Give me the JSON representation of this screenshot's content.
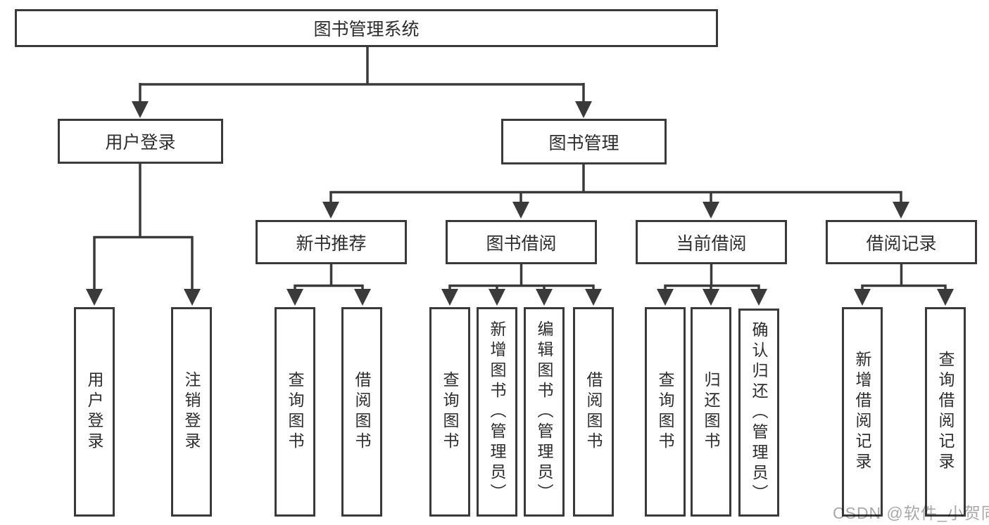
{
  "tree": {
    "root": {
      "label": "图书管理系统"
    },
    "branches": [
      {
        "label": "用户登录",
        "children": [
          {
            "label": "用户登录"
          },
          {
            "label": "注销登录"
          }
        ]
      },
      {
        "label": "图书管理",
        "children": [
          {
            "label": "新书推荐",
            "children": [
              {
                "label": "查询图书"
              },
              {
                "label": "借阅图书"
              }
            ]
          },
          {
            "label": "图书借阅",
            "children": [
              {
                "label": "查询图书"
              },
              {
                "label": "新增图书（管理员）"
              },
              {
                "label": "编辑图书（管理员）"
              },
              {
                "label": "借阅图书"
              }
            ]
          },
          {
            "label": "当前借阅",
            "children": [
              {
                "label": "查询图书"
              },
              {
                "label": "归还图书"
              },
              {
                "label": "确认归还（管理员）"
              }
            ]
          },
          {
            "label": "借阅记录",
            "children": [
              {
                "label": "新增借阅记录"
              },
              {
                "label": "查询借阅记录"
              }
            ]
          }
        ]
      }
    ]
  },
  "watermark": {
    "text": "CSDN @软件_小贺同学"
  },
  "colors": {
    "line": "#3a3a3a",
    "text": "#2d2d2d",
    "watermark": "#a8a8a8",
    "bg": "#ffffff"
  }
}
